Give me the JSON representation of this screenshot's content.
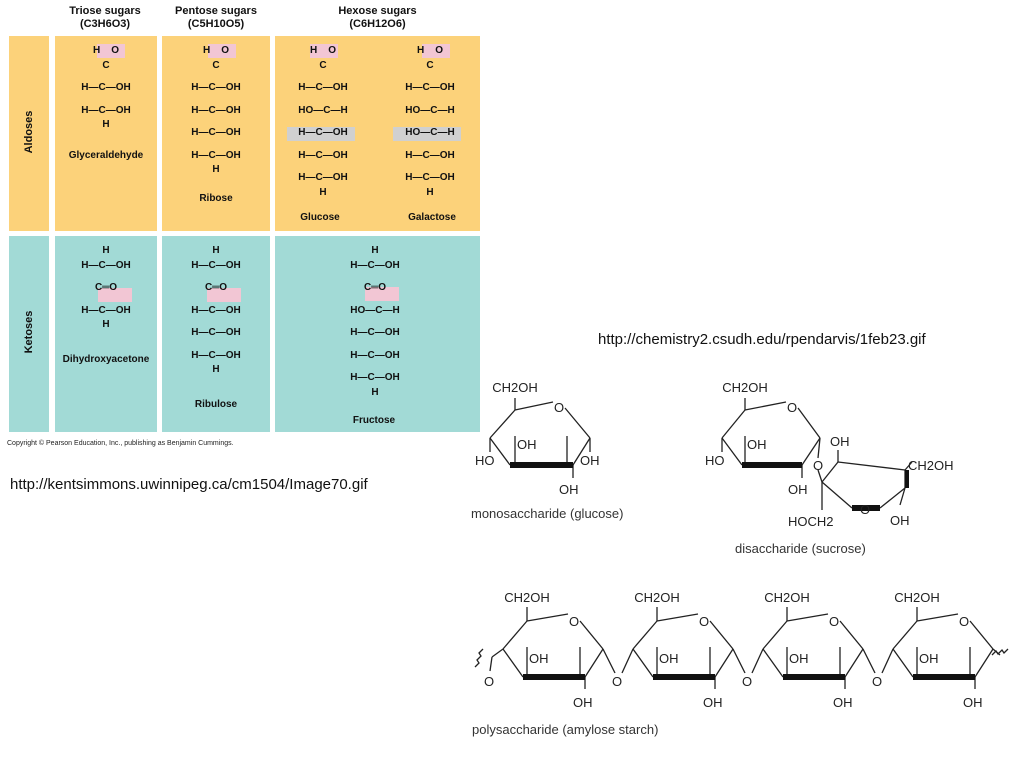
{
  "table": {
    "groups": [
      {
        "name": "Triose sugars",
        "formula": "(C3H6O3)"
      },
      {
        "name": "Pentose sugars",
        "formula": "(C5H10O5)"
      },
      {
        "name": "Hexose sugars",
        "formula": "(C6H12O6)"
      }
    ],
    "rows": [
      "Aldoses",
      "Ketoses"
    ],
    "aldoses": {
      "triose": {
        "name": "Glyceraldehyde",
        "lines": [
          "H    O",
          "C",
          "H—C—OH",
          "H—C—OH",
          "H"
        ]
      },
      "pentose": {
        "name": "Ribose",
        "lines": [
          "H    O",
          "C",
          "H—C—OH",
          "H—C—OH",
          "H—C—OH",
          "H—C—OH",
          "H"
        ]
      },
      "glucose": {
        "name": "Glucose",
        "lines": [
          "H    O",
          "C",
          "H—C—OH",
          "HO—C—H",
          "H—C—OH",
          "H—C—OH",
          "H—C—OH",
          "H"
        ]
      },
      "galactose": {
        "name": "Galactose",
        "lines": [
          "H    O",
          "C",
          "H—C—OH",
          "HO—C—H",
          "HO—C—H",
          "H—C—OH",
          "H—C—OH",
          "H"
        ]
      }
    },
    "ketoses": {
      "triose": {
        "name": "Dihydroxyacetone",
        "lines": [
          "H",
          "H—C—OH",
          "C═O",
          "H—C—OH",
          "H"
        ]
      },
      "pentose": {
        "name": "Ribulose",
        "lines": [
          "H",
          "H—C—OH",
          "C═O",
          "H—C—OH",
          "H—C—OH",
          "H—C—OH",
          "H"
        ]
      },
      "hexose": {
        "name": "Fructose",
        "lines": [
          "H",
          "H—C—OH",
          "C═O",
          "HO—C—H",
          "H—C—OH",
          "H—C—OH",
          "H—C—OH",
          "H"
        ]
      }
    },
    "copyright": "Copyright © Pearson Education, Inc., publishing as Benjamin Cummings."
  },
  "urls": {
    "left": "http://kentsimmons.uwinnipeg.ca/cm1504/Image70.gif",
    "right": "http://chemistry2.csudh.edu/rpendarvis/1feb23.gif"
  },
  "structures": {
    "mono": {
      "caption": "monosaccharide (glucose)",
      "labels": {
        "ch2oh": "CH2OH",
        "o": "O",
        "oh_top": "OH",
        "ho_left": "HO",
        "oh_right": "OH",
        "oh_bottom": "OH"
      }
    },
    "di": {
      "caption": "disaccharide (sucrose)",
      "labels": {
        "ch2oh": "CH2OH",
        "o": "O",
        "ho_left": "HO",
        "oh_glu": "OH",
        "oh_bottom": "OH",
        "o_link": "O",
        "oh_fru_top": "OH",
        "ch2oh_fru": "CH2OH",
        "hoch2": "HOCH2",
        "o_fru": "O",
        "oh_fru_bottom": "OH"
      }
    },
    "poly": {
      "caption": "polysaccharide (amylose starch)",
      "labels": {
        "ch2oh": "CH2OH",
        "o": "O",
        "oh": "OH"
      }
    }
  }
}
